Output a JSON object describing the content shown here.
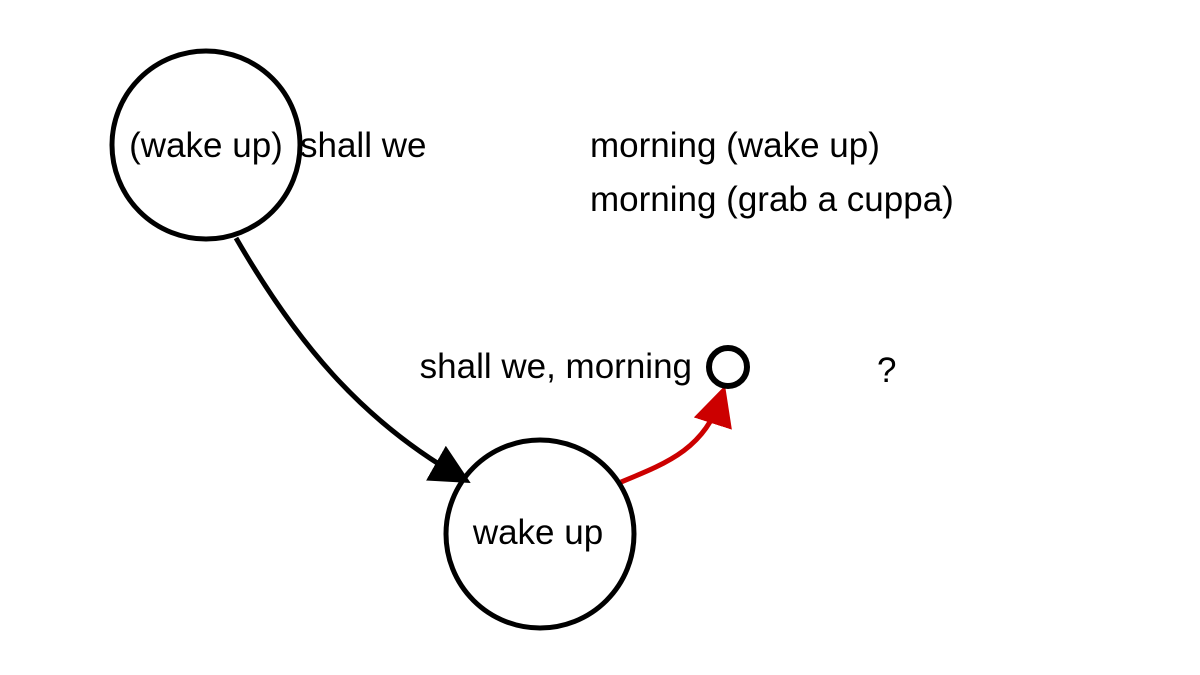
{
  "colors": {
    "stroke": "#000000",
    "highlight_edge": "#cc0000",
    "background": "#ffffff"
  },
  "nodes": {
    "top": {
      "label": "(wake up)",
      "side_label": "shall we"
    },
    "bottom": {
      "label": "wake up"
    },
    "small": {
      "label": "shall we, morning"
    }
  },
  "notes": {
    "line1": "morning (wake up)",
    "line2": "morning (grab a cuppa)",
    "question": "?"
  },
  "edges": [
    {
      "from": "top",
      "to": "bottom",
      "color": "black"
    },
    {
      "from": "bottom",
      "to": "small",
      "color": "red"
    }
  ]
}
